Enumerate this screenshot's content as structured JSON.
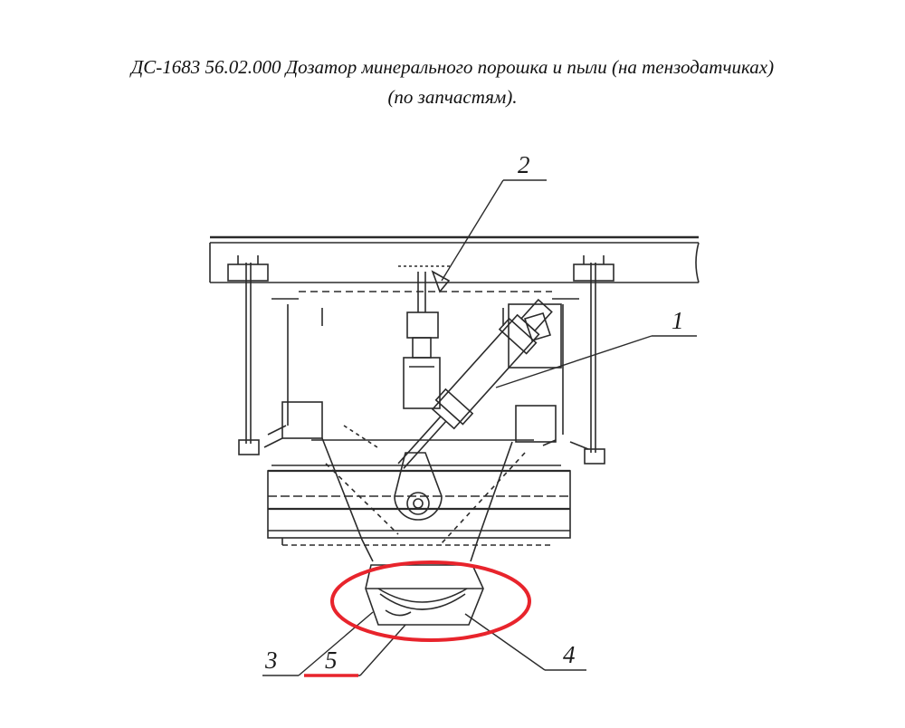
{
  "title": {
    "line1": "ДС-1683 56.02.000 Дозатор минерального порошка и пыли  (на тензодатчиках)",
    "line2": "(по запчастям)."
  },
  "callouts": [
    {
      "label": "1"
    },
    {
      "label": "2"
    },
    {
      "label": "3"
    },
    {
      "label": "4"
    },
    {
      "label": "5"
    }
  ],
  "colors": {
    "drawing": "#2b2b2b",
    "highlight": "#e8242c"
  }
}
